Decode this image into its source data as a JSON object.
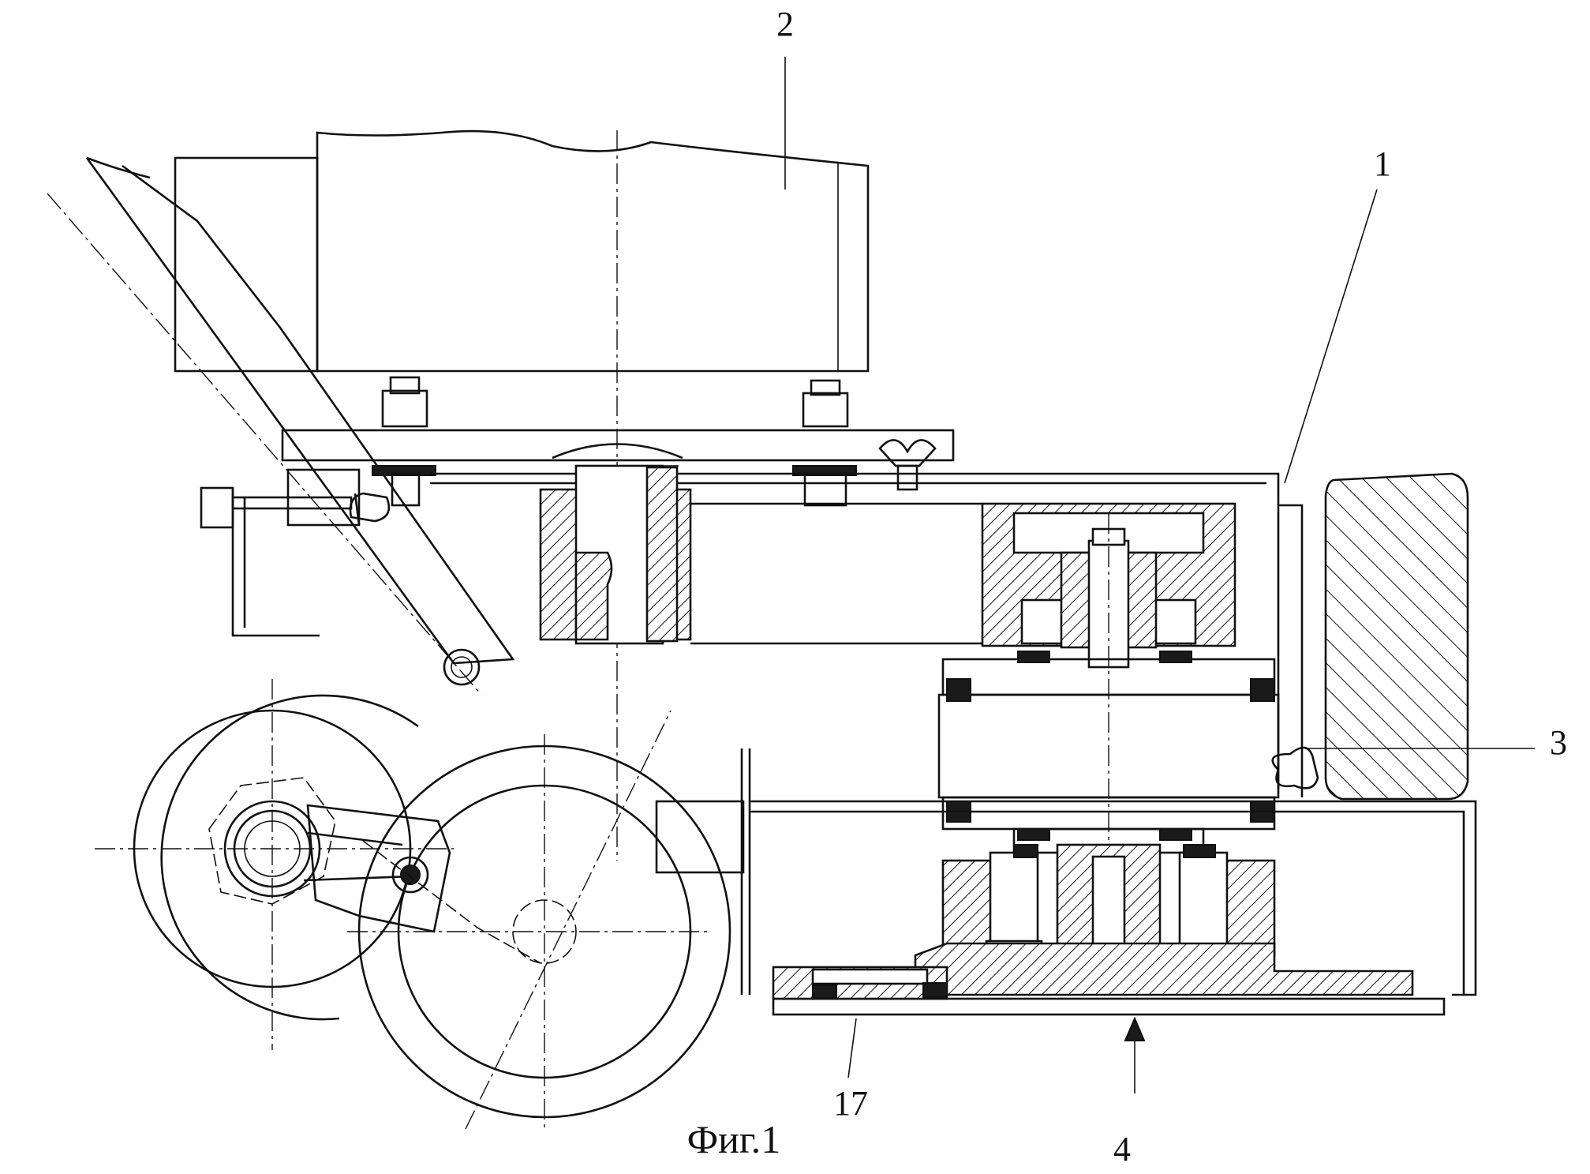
{
  "figure": {
    "caption": "Фиг.1",
    "labels": {
      "item_1": "1",
      "item_2": "2",
      "item_3": "3",
      "item_4": "4",
      "item_17": "17"
    },
    "colors": {
      "ink": "#111111",
      "paper": "#ffffff"
    }
  }
}
